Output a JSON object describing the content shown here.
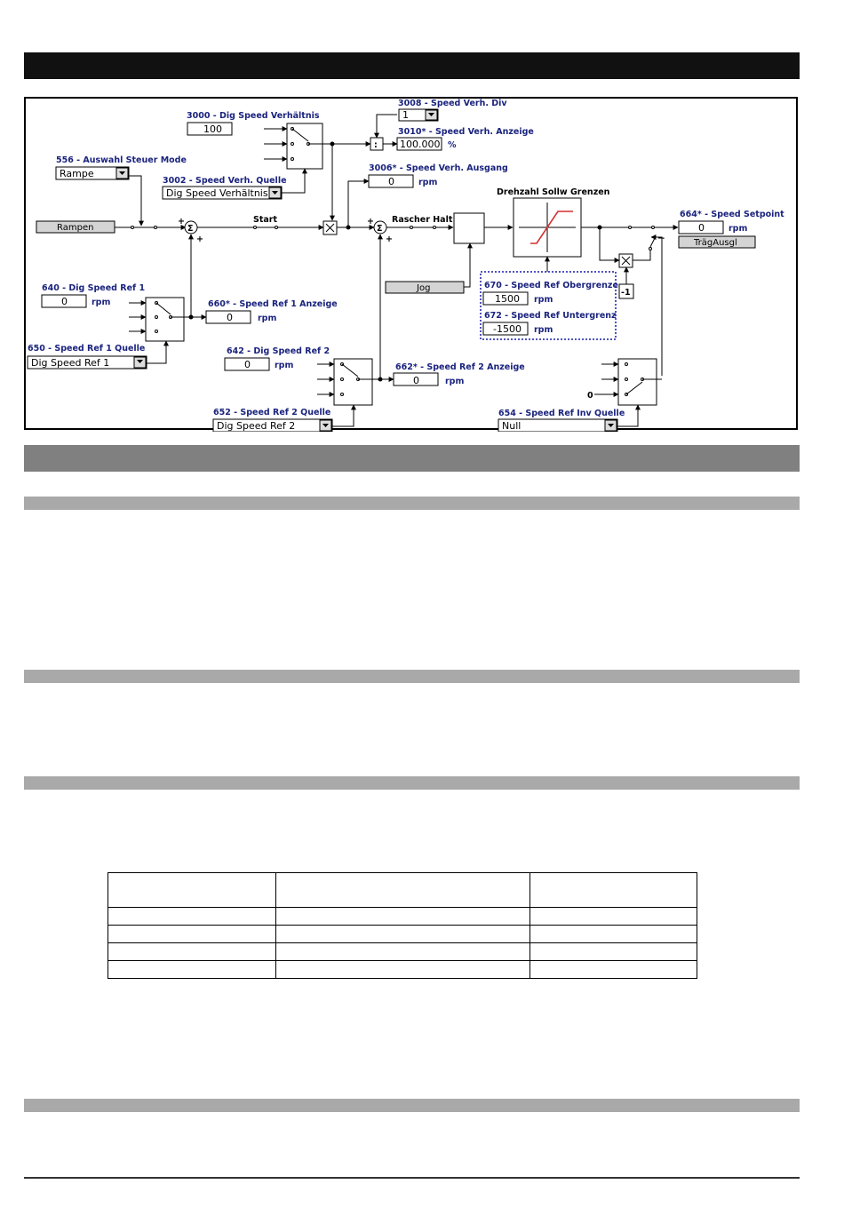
{
  "diagram": {
    "params": {
      "p3000": {
        "label": "3000 - Dig Speed Verhältnis",
        "value": "100"
      },
      "p3008": {
        "label": "3008 - Speed Verh. Div",
        "value": "1"
      },
      "p3010": {
        "label": "3010* - Speed Verh. Anzeige",
        "value": "100.000",
        "unit": "%"
      },
      "p3006": {
        "label": "3006* - Speed Verh. Ausgang",
        "value": "0",
        "unit": "rpm"
      },
      "p556": {
        "label": "556 - Auswahl Steuer Mode",
        "value": "Rampe"
      },
      "p3002": {
        "label": "3002 - Speed Verh. Quelle",
        "value": "Dig Speed Verhältnis"
      },
      "p640": {
        "label": "640 - Dig Speed Ref 1",
        "value": "0",
        "unit": "rpm"
      },
      "p660": {
        "label": "660* - Speed Ref 1 Anzeige",
        "value": "0",
        "unit": "rpm"
      },
      "p650": {
        "label": "650 - Speed Ref 1 Quelle",
        "value": "Dig Speed Ref 1"
      },
      "p642": {
        "label": "642 - Dig Speed Ref 2",
        "value": "0",
        "unit": "rpm"
      },
      "p662": {
        "label": "662* - Speed Ref 2 Anzeige",
        "value": "0",
        "unit": "rpm"
      },
      "p652": {
        "label": "652 - Speed Ref 2 Quelle",
        "value": "Dig Speed Ref 2"
      },
      "p670": {
        "label": "670 - Speed Ref Obergrenze",
        "value": "1500",
        "unit": "rpm"
      },
      "p672": {
        "label": "672 - Speed Ref Untergrenz",
        "value": "-1500",
        "unit": "rpm"
      },
      "p664": {
        "label": "664* - Speed Setpoint",
        "value": "0",
        "unit": "rpm"
      },
      "p654": {
        "label": "654 - Speed Ref Inv Quelle",
        "value": "Null"
      }
    },
    "buttons": {
      "rampen": "Rampen",
      "jog": "Jog",
      "traegh": "TrägAusgl"
    },
    "texts": {
      "start": "Start",
      "rascher_halt": "Rascher Halt",
      "drehzahl": "Drehzahl Sollw Grenzen",
      "div_op": ":",
      "mul_op": "×",
      "sum_op": "Σ",
      "plus": "+",
      "minus_one": "-1",
      "zero": "0"
    },
    "colors": {
      "label_blue": "#1a237e",
      "curve_red": "#d32f2f",
      "limit_box": "#1a1aa6"
    }
  }
}
